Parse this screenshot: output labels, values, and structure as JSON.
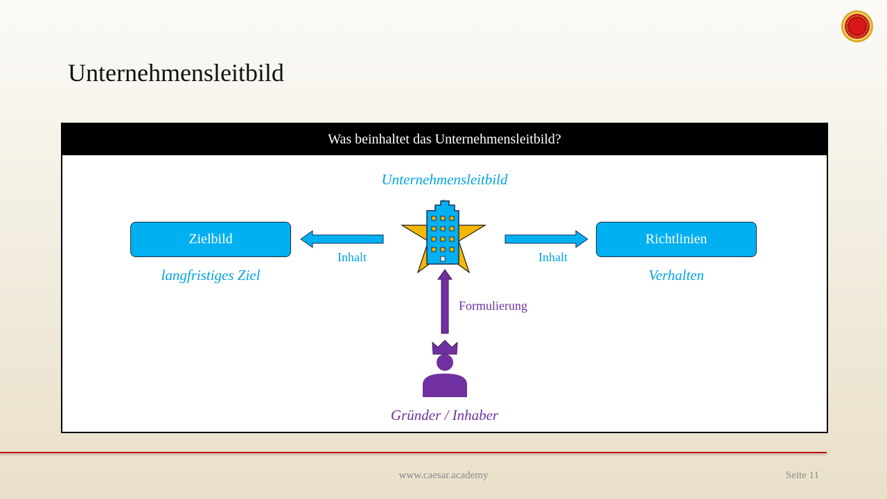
{
  "slide": {
    "title": "Unternehmensleitbild",
    "header": "Was beinhaltet das Unternehmensleitbild?"
  },
  "diagram": {
    "center_label": "Unternehmensleitbild",
    "left_box": "Zielbild",
    "left_caption": "langfristiges Ziel",
    "left_arrow_label": "Inhalt",
    "right_box": "Richtlinien",
    "right_caption": "Verhalten",
    "right_arrow_label": "Inhalt",
    "up_arrow_label": "Formulierung",
    "bottom_caption": "Gründer / Inhaber",
    "icons": [
      "building-star-icon",
      "founder-king-icon",
      "arrow-left-icon",
      "arrow-right-icon",
      "arrow-up-icon",
      "laurel-logo-icon"
    ]
  },
  "footer": {
    "url": "www.caesar.academy",
    "page": "Seite 11"
  },
  "colors": {
    "cyan": "#00b0f0",
    "purple": "#7030a0",
    "gold": "#f5b800",
    "accent_red": "#c00000"
  }
}
